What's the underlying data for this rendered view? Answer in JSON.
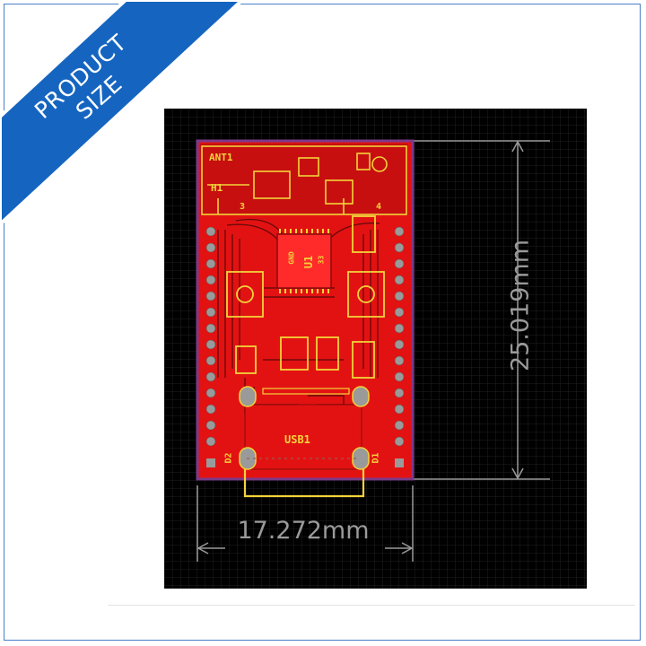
{
  "badge": {
    "line1": "PRODUCT",
    "line2": "SIZE",
    "color": "#1565c0"
  },
  "dimensions": {
    "width": "17.272mm",
    "height": "25.019mm"
  },
  "board": {
    "silkscreen": {
      "antenna": "ANT1",
      "header": "H1",
      "chip": "U1",
      "usb": "USB1",
      "d1": "D1",
      "d2": "D2",
      "pad3": "3",
      "pad4": "4",
      "gnd": "GND",
      "num33": "33"
    },
    "colors": {
      "copper": "#e31212",
      "silk": "#f2d33a",
      "outline": "#7a3a8a",
      "background": "#000000",
      "dimension": "#9a9a9a"
    }
  }
}
